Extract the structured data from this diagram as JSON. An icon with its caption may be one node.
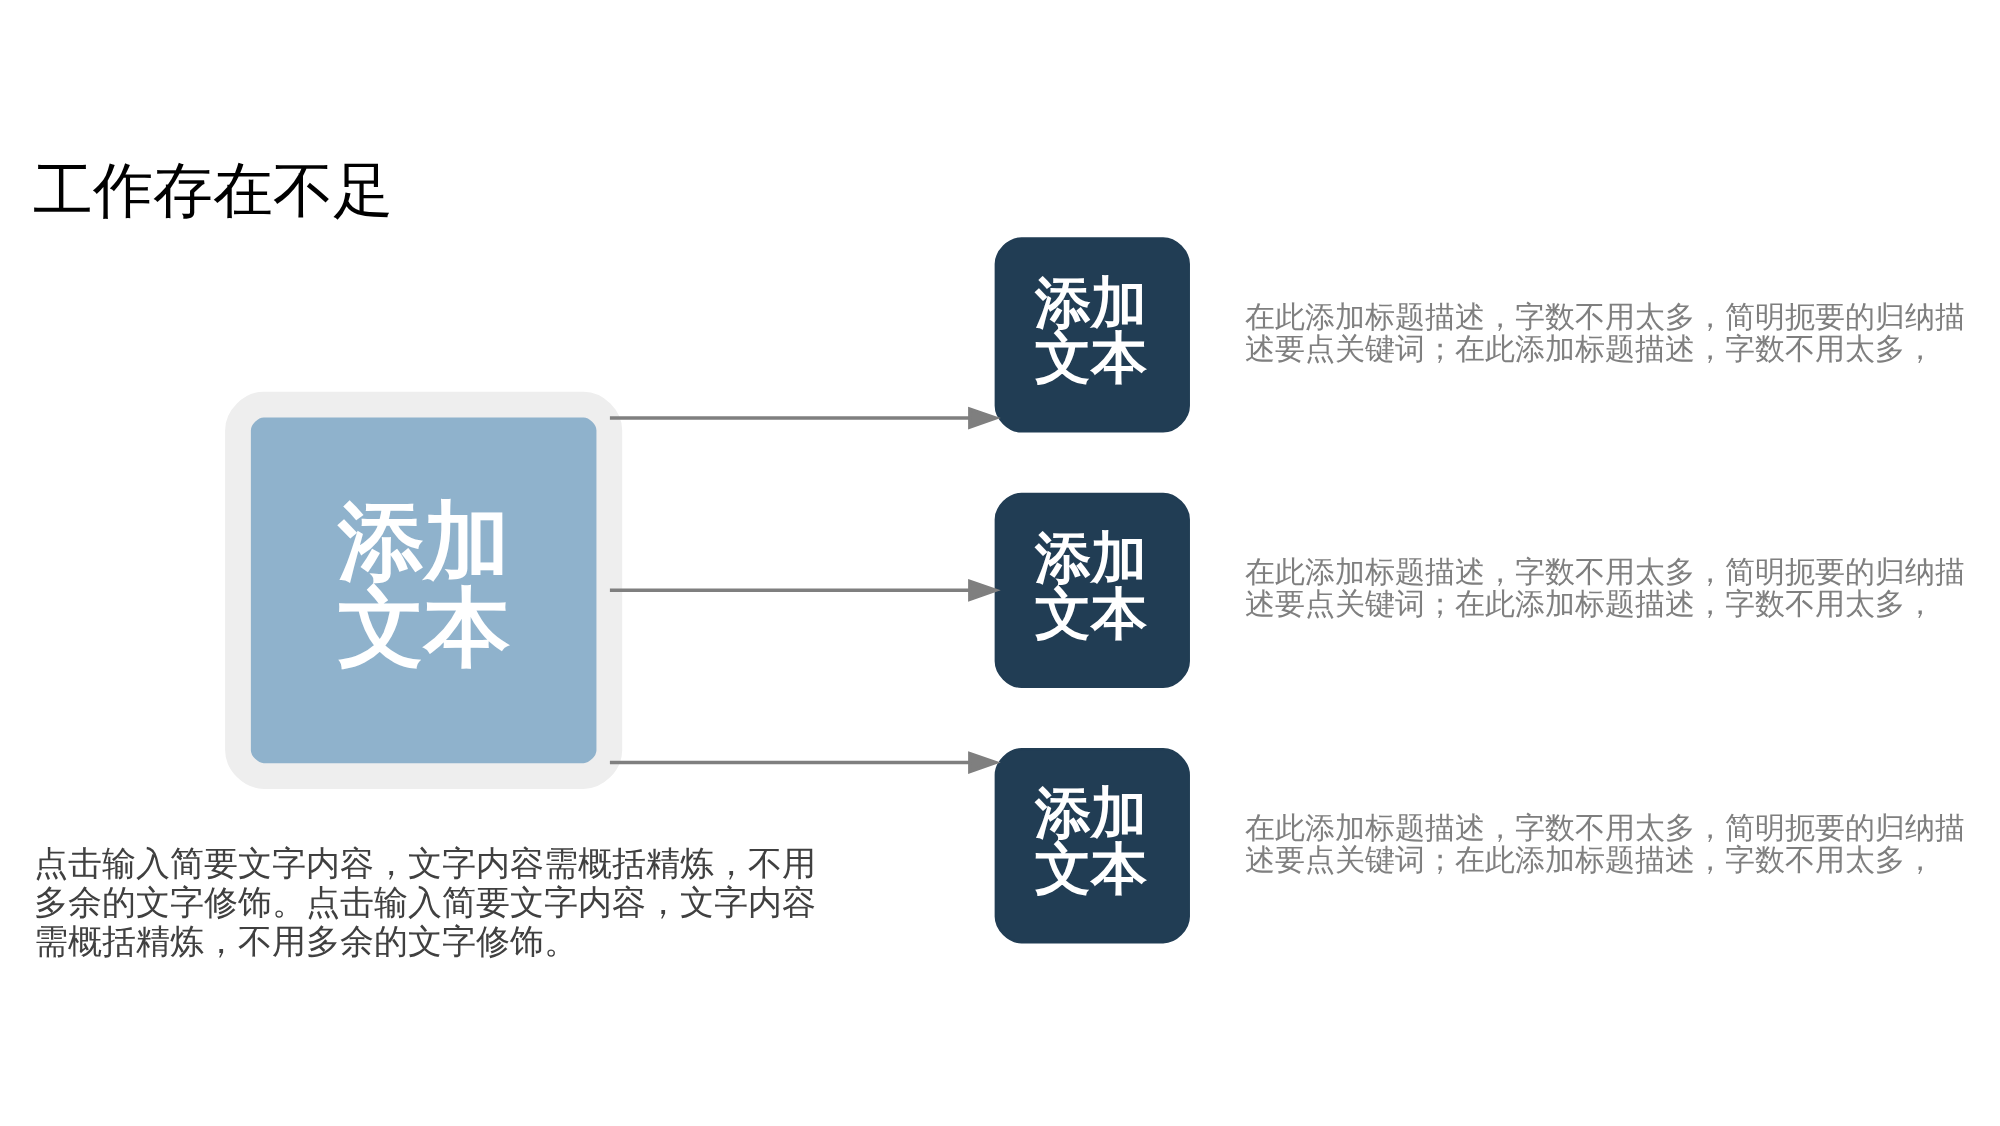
{
  "diagram": {
    "title": "工作存在不足",
    "nodes": [
      {
        "text": [
          "添加文本"
        ]
      },
      {
        "text": [
          "添加文本"
        ],
        "beside": [
          "在此添加标题描述，字数不用太多，简明扼要的归纳描述要点关键词；在此添加标题描述，字数不用太多，"
        ]
      },
      {
        "text": [
          "添加文本"
        ],
        "beside": [
          "在此添加标题描述，字数不用太多，简明扼要的归纳描述要点关键词；在此添加标题描述，字数不用太多，"
        ]
      },
      {
        "text": [
          "添加文本"
        ],
        "beside": [
          "在此添加标题描述，字数不用太多，简明扼要的归纳描述要点关键词；在此添加标题描述，字数不用太多，"
        ]
      }
    ],
    "edges": [
      {
        "from": 0,
        "to": 1,
        "arrow": "to"
      },
      {
        "from": 0,
        "to": 2,
        "arrow": "to"
      },
      {
        "from": 0,
        "to": 3,
        "arrow": "to"
      }
    ],
    "labels": [
      "点击输入简要文字内容，文字内容需概括精炼，不用多余的文字修饰。点击输入简要文字内容，文字内容需概括精炼，不用多余的文字修饰。"
    ]
  }
}
